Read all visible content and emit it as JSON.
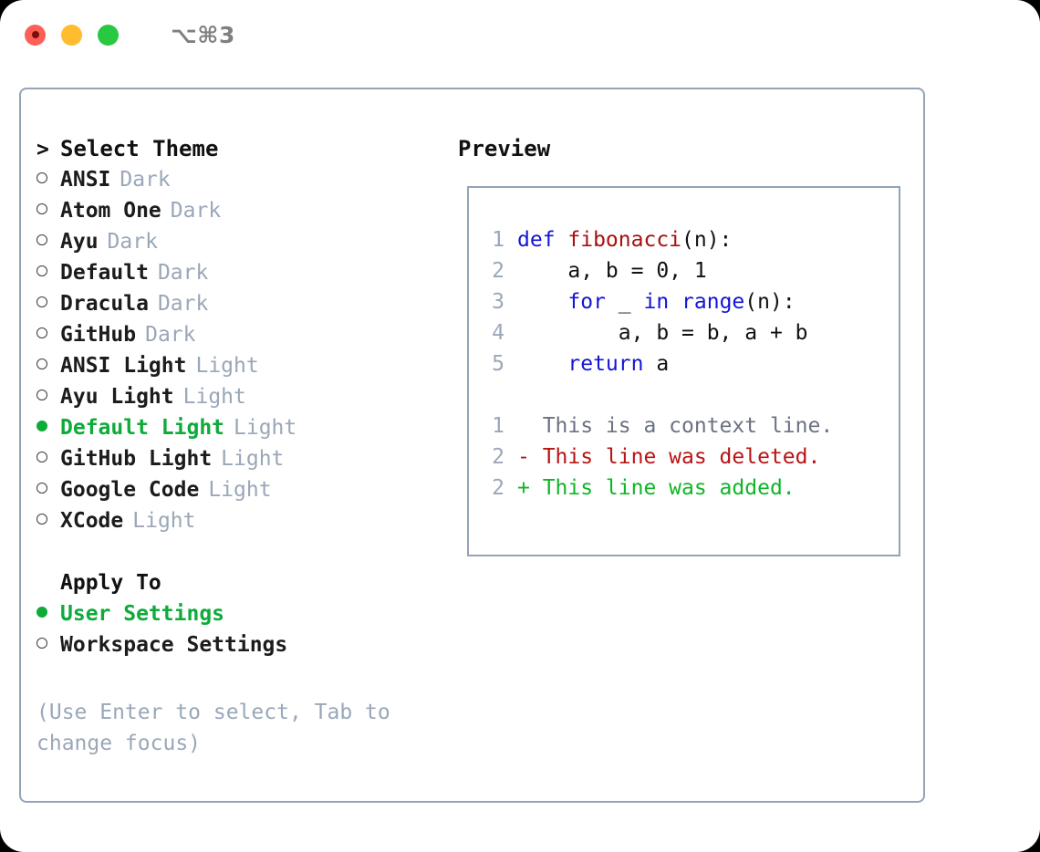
{
  "window": {
    "shortcut": "⌥⌘3",
    "traffic_lights": [
      {
        "name": "close-button",
        "color": "#ff5f57"
      },
      {
        "name": "minimize-button",
        "color": "#febc2e"
      },
      {
        "name": "maximize-button",
        "color": "#28c840"
      }
    ],
    "accent_green": "#0eab3a",
    "border_color": "#94a3b8",
    "muted_color": "#9aa7b8"
  },
  "theme_list": {
    "header_prompt": ">",
    "header": "Select Theme",
    "items": [
      {
        "name": "ANSI",
        "tag": "Dark",
        "selected": false
      },
      {
        "name": "Atom One",
        "tag": "Dark",
        "selected": false
      },
      {
        "name": "Ayu",
        "tag": "Dark",
        "selected": false
      },
      {
        "name": "Default",
        "tag": "Dark",
        "selected": false
      },
      {
        "name": "Dracula",
        "tag": "Dark",
        "selected": false
      },
      {
        "name": "GitHub",
        "tag": "Dark",
        "selected": false
      },
      {
        "name": "ANSI Light",
        "tag": "Light",
        "selected": false
      },
      {
        "name": "Ayu Light",
        "tag": "Light",
        "selected": false
      },
      {
        "name": "Default Light",
        "tag": "Light",
        "selected": true
      },
      {
        "name": "GitHub Light",
        "tag": "Light",
        "selected": false
      },
      {
        "name": "Google Code",
        "tag": "Light",
        "selected": false
      },
      {
        "name": "XCode",
        "tag": "Light",
        "selected": false
      }
    ]
  },
  "apply_to": {
    "header": "Apply To",
    "items": [
      {
        "name": "User Settings",
        "selected": true
      },
      {
        "name": "Workspace Settings",
        "selected": false
      }
    ]
  },
  "hint": "(Use Enter to select, Tab to change focus)",
  "preview": {
    "title": "Preview",
    "code_lines": [
      {
        "num": "1",
        "segments": [
          {
            "t": "def ",
            "c": "kw"
          },
          {
            "t": "fibonacci",
            "c": "fn"
          },
          {
            "t": "(n):",
            "c": "ctext"
          }
        ]
      },
      {
        "num": "2",
        "segments": [
          {
            "t": "    a, b = 0, 1",
            "c": "ctext"
          }
        ]
      },
      {
        "num": "3",
        "segments": [
          {
            "t": "    ",
            "c": "ctext"
          },
          {
            "t": "for ",
            "c": "kw"
          },
          {
            "t": "_ ",
            "c": "ctext"
          },
          {
            "t": "in ",
            "c": "kw"
          },
          {
            "t": "range",
            "c": "kw"
          },
          {
            "t": "(n):",
            "c": "ctext"
          }
        ]
      },
      {
        "num": "4",
        "segments": [
          {
            "t": "        a, b = b, a + b",
            "c": "ctext"
          }
        ]
      },
      {
        "num": "5",
        "segments": [
          {
            "t": "    ",
            "c": "ctext"
          },
          {
            "t": "return ",
            "c": "kw"
          },
          {
            "t": "a",
            "c": "ctext"
          }
        ]
      }
    ],
    "diff_lines": [
      {
        "num": "1",
        "segments": [
          {
            "t": "  This is a context line.",
            "c": "ctx"
          }
        ]
      },
      {
        "num": "2",
        "segments": [
          {
            "t": "- This line was deleted.",
            "c": "del"
          }
        ]
      },
      {
        "num": "2",
        "segments": [
          {
            "t": "+ This line was added.",
            "c": "add"
          }
        ]
      }
    ]
  }
}
